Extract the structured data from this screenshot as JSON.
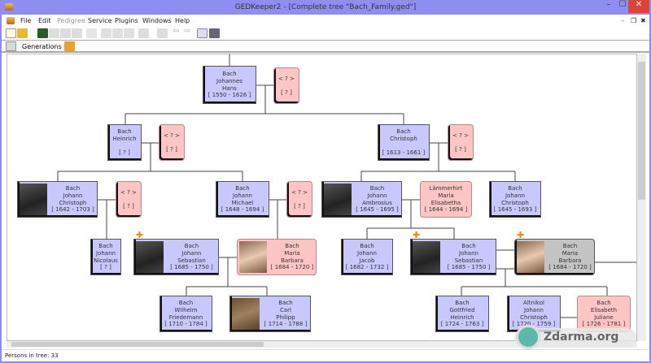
{
  "window": {
    "title": "GEDKeeper2 - [Complete tree \"Bach_Family.ged\"]",
    "minimize": "–",
    "maximize": "☐",
    "close": "✕"
  },
  "menu": [
    "File",
    "Edit",
    "Pedigree",
    "Service",
    "Plugins",
    "Windows",
    "Help"
  ],
  "mdi_controls": {
    "minimize": "-",
    "restore": "❐",
    "close": "✖"
  },
  "toolbar2": {
    "generations_label": "Generations ▾"
  },
  "people": [
    {
      "id": "hans",
      "lines": [
        "Bach",
        "Johannes",
        "Hans",
        "[ 1550 - 1626 ]"
      ],
      "sex": "male"
    },
    {
      "id": "hans_sp",
      "lines": [
        "< ? >",
        "",
        "[ ? ]"
      ],
      "sex": "unknown"
    },
    {
      "id": "heinrich",
      "lines": [
        "Bach",
        "Heinrich",
        "",
        "[ ? ]"
      ],
      "sex": "male"
    },
    {
      "id": "heinrich_sp",
      "lines": [
        "< ? >",
        "",
        "[ ? ]"
      ],
      "sex": "unknown"
    },
    {
      "id": "christoph",
      "lines": [
        "Bach",
        "Christoph",
        "",
        "[ 1613 - 1661 ]"
      ],
      "sex": "male"
    },
    {
      "id": "christoph_sp",
      "lines": [
        "< ? >",
        "",
        "[ ? ]"
      ],
      "sex": "unknown"
    },
    {
      "id": "jc1642",
      "lines": [
        "Bach",
        "Johann",
        "Christoph",
        "[ 1642 - 1703 ]"
      ],
      "sex": "male"
    },
    {
      "id": "jc1642_sp",
      "lines": [
        "< ? >",
        "",
        "[ ? ]"
      ],
      "sex": "unknown"
    },
    {
      "id": "jm",
      "lines": [
        "Bach",
        "Johann",
        "Michael",
        "[ 1648 - 1694 ]"
      ],
      "sex": "male"
    },
    {
      "id": "jm_sp",
      "lines": [
        "< ? >",
        "",
        "[ ? ]"
      ],
      "sex": "unknown"
    },
    {
      "id": "ja",
      "lines": [
        "Bach",
        "Johann",
        "Ambrosius",
        "[ 1645 - 1695 ]"
      ],
      "sex": "male"
    },
    {
      "id": "lam",
      "lines": [
        "Lämmerhirt",
        "Maria",
        "Elisabetha",
        "[ 1644 - 1694 ]"
      ],
      "sex": "female"
    },
    {
      "id": "jc1645",
      "lines": [
        "Bach",
        "Johann",
        "Christoph",
        "[ 1645 - 1693 ]"
      ],
      "sex": "male"
    },
    {
      "id": "jn",
      "lines": [
        "Bach",
        "Johann",
        "Nicolaus",
        "[ ? ]"
      ],
      "sex": "male"
    },
    {
      "id": "js1",
      "lines": [
        "Bach",
        "Johann",
        "Sebastian",
        "[ 1685 - 1750 ]"
      ],
      "sex": "male"
    },
    {
      "id": "mb1",
      "lines": [
        "Bach",
        "Maria",
        "Barbara",
        "[ 1684 - 1720 ]"
      ],
      "sex": "female"
    },
    {
      "id": "jj",
      "lines": [
        "Bach",
        "Johann",
        "Jacob",
        "[ 1682 - 1732 ]"
      ],
      "sex": "male"
    },
    {
      "id": "js2",
      "lines": [
        "Bach",
        "Johann",
        "Sebastian",
        "[ 1685 - 1750 ]"
      ],
      "sex": "male"
    },
    {
      "id": "mb2",
      "lines": [
        "Bach",
        "Maria",
        "Barbara",
        "[ 1684 - 1720 ]"
      ],
      "sex": "selected"
    },
    {
      "id": "wf",
      "lines": [
        "Bach",
        "Wilhelm",
        "Friedemann",
        "[ 1710 - 1784 ]"
      ],
      "sex": "male"
    },
    {
      "id": "cp",
      "lines": [
        "Bach",
        "Carl",
        "Philipp",
        "[ 1714 - 1788 ]"
      ],
      "sex": "male"
    },
    {
      "id": "gh",
      "lines": [
        "Bach",
        "Gottfried",
        "Heinrich",
        "[ 1724 - 1763 ]"
      ],
      "sex": "male"
    },
    {
      "id": "alt",
      "lines": [
        "Altnikol",
        "Johann",
        "Christoph",
        "[ 1720 - 1759 ]"
      ],
      "sex": "male"
    },
    {
      "id": "ej",
      "lines": [
        "Bach",
        "Elisabeth",
        "Juliane",
        "[ 1726 - 1781 ]"
      ],
      "sex": "female"
    }
  ],
  "status": "Persons in tree: 33",
  "watermark": "Zdarma.org",
  "colors": {
    "male": "#c8c8ff",
    "female": "#ffc4c4",
    "selected": "#c4c4c4",
    "titlebar": "#8e8ef2",
    "close": "#d9453a"
  }
}
